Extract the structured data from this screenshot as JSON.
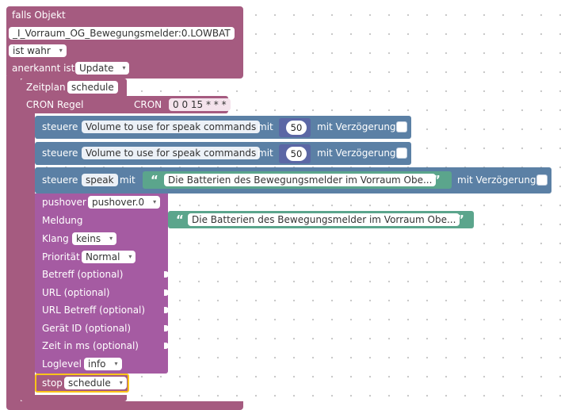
{
  "colors": {
    "event": "#a55b80",
    "schedule": "#a55b80",
    "control": "#5b80a5",
    "text": "#5ba58c",
    "pushover": "#a55ba2",
    "math": "#5b67a5",
    "stop_highlight": "#fcc419"
  },
  "trigger": {
    "title": "falls Objekt",
    "object_id": "_I_Vorraum_OG_Bewegungsmelder:0.LOWBAT",
    "condition": "ist wahr",
    "ack_label": "anerkannt ist",
    "ack_value": "Update"
  },
  "schedule": {
    "label": "Zeitplan",
    "name": "schedule",
    "cron_label": "CRON Regel",
    "cron_block_label": "CRON",
    "cron_value": "0 0 15 * * *"
  },
  "controls": [
    {
      "label": "steuere",
      "target": "Volume to use for speak commands",
      "with": "mit",
      "value": "50",
      "delay_label": "mit Verzögerung"
    },
    {
      "label": "steuere",
      "target": "Volume to use for speak commands",
      "with": "mit",
      "value": "50",
      "delay_label": "mit Verzögerung"
    },
    {
      "label": "steuere",
      "target": "speak",
      "with": "mit",
      "value": "Die Batterien des Bewegungsmelder im Vorraum Obe...",
      "delay_label": "mit Verzögerung"
    }
  ],
  "pushover": {
    "label": "pushover",
    "instance": "pushover.0",
    "message_label": "Meldung",
    "message_value": "Die Batterien des Bewegungsmelder im Vorraum Obe...",
    "sound_label": "Klang",
    "sound_value": "keins",
    "priority_label": "Priorität",
    "priority_value": "Normal",
    "subject_label": "Betreff (optional)",
    "url_label": "URL (optional)",
    "url_title_label": "URL Betreff (optional)",
    "device_label": "Gerät ID (optional)",
    "time_label": "Zeit in ms (optional)",
    "loglevel_label": "Loglevel",
    "loglevel_value": "info"
  },
  "stop": {
    "label": "stop",
    "value": "schedule"
  },
  "icons": {
    "quote_open": "“",
    "quote_close": "”",
    "dropdown_arrow": "▾"
  }
}
